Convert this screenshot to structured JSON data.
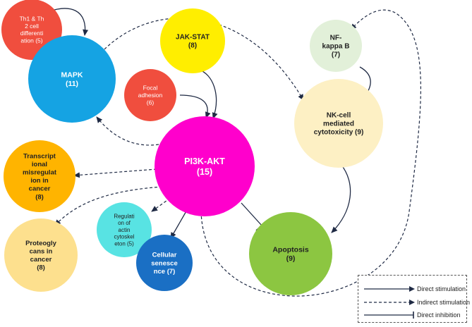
{
  "colors": {
    "red": "#f04e3e",
    "blue": "#15a3e3",
    "yellow": "#ffee00",
    "green_light": "#e2f0d9",
    "magenta": "#ff00cc",
    "cream": "#fdf0c4",
    "orange": "#ffb400",
    "peach": "#fde08e",
    "cyan": "#58e3e3",
    "darkblue": "#1a6fc4",
    "green": "#8cc641",
    "line": "#1f2a44"
  },
  "nodes": [
    {
      "id": "th",
      "lines": [
        "Th1 & Th",
        "2 cell",
        "differenti",
        "ation (5)"
      ],
      "color": "red"
    },
    {
      "id": "mapk",
      "lines": [
        "MAPK",
        "(11)"
      ],
      "color": "blue"
    },
    {
      "id": "jak",
      "lines": [
        "JAK-STAT",
        "(8)"
      ],
      "color": "yellow"
    },
    {
      "id": "focal",
      "lines": [
        "Focal",
        "adhesion",
        "(6)"
      ],
      "color": "red"
    },
    {
      "id": "nfkb",
      "lines": [
        "NF-",
        "kappa B",
        "(7)"
      ],
      "color": "green_light"
    },
    {
      "id": "nk",
      "lines": [
        "NK-cell",
        "mediated",
        "cytotoxicity (9)"
      ],
      "color": "cream"
    },
    {
      "id": "pi3k",
      "lines": [
        "PI3K-AKT",
        "(15)"
      ],
      "color": "magenta"
    },
    {
      "id": "trans",
      "lines": [
        "Transcript",
        "ional",
        "misregulat",
        "ion in",
        "cancer",
        "(8)"
      ],
      "color": "orange"
    },
    {
      "id": "proteo",
      "lines": [
        "Proteogly",
        "cans in",
        "cancer",
        "(8)"
      ],
      "color": "peach"
    },
    {
      "id": "actin",
      "lines": [
        "Regulati",
        "on of",
        "actin",
        "cytoskel",
        "eton (5)"
      ],
      "color": "cyan"
    },
    {
      "id": "senes",
      "lines": [
        "Cellular",
        "senesce",
        "nce (7)"
      ],
      "color": "darkblue"
    },
    {
      "id": "apop",
      "lines": [
        "Apoptosis",
        "(9)"
      ],
      "color": "green"
    }
  ],
  "legend": {
    "direct_stimulation": "Direct stimulation",
    "indirect_stimulation": "Indirect stimulation",
    "direct_inhibition": "Direct inhibition"
  }
}
